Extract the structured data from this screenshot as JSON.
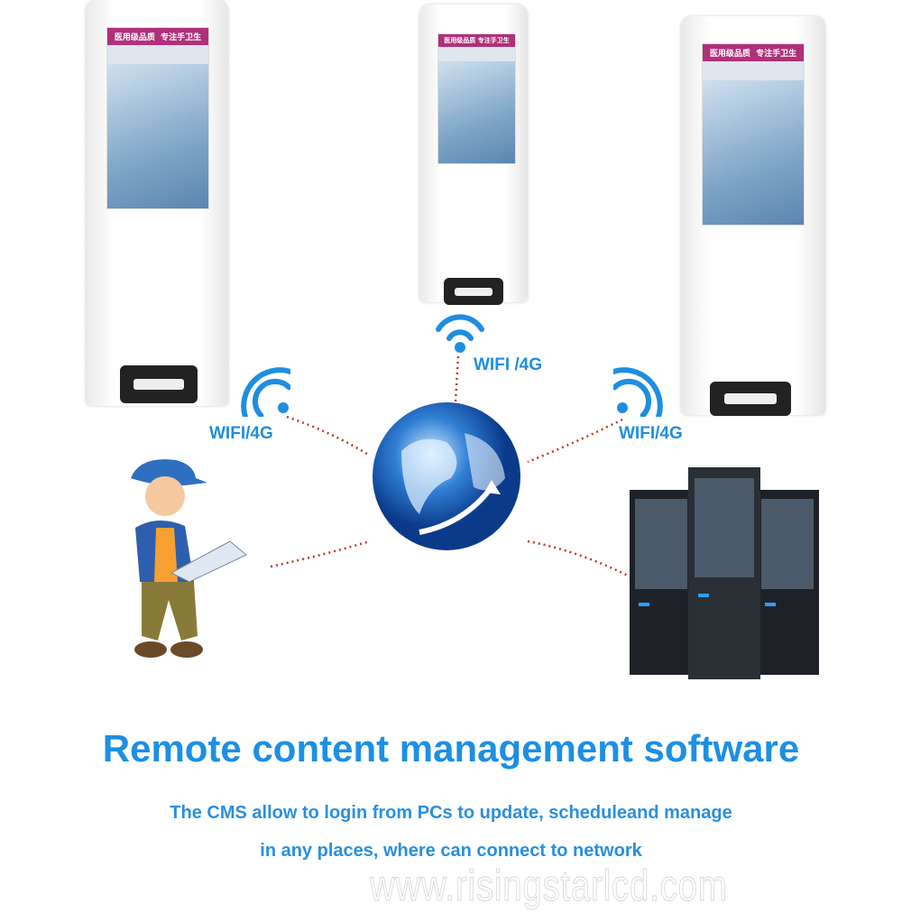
{
  "kiosk_screen": {
    "banner_left": "医用级品质",
    "banner_right": "专注手卫生"
  },
  "network": {
    "left_label": "WIFI/4G",
    "center_label": "WIFI /4G",
    "right_label": "WIFI/4G"
  },
  "title": "Remote content management software",
  "subtitle_line1": "The CMS allow to login from PCs to update, scheduleand manage",
  "subtitle_line2": "in any places, where can connect to network",
  "watermark": "www.risingstarlcd.com",
  "colors": {
    "accent": "#1d8fe3",
    "banner": "#b0307a",
    "link_dots": "#c0392b"
  }
}
